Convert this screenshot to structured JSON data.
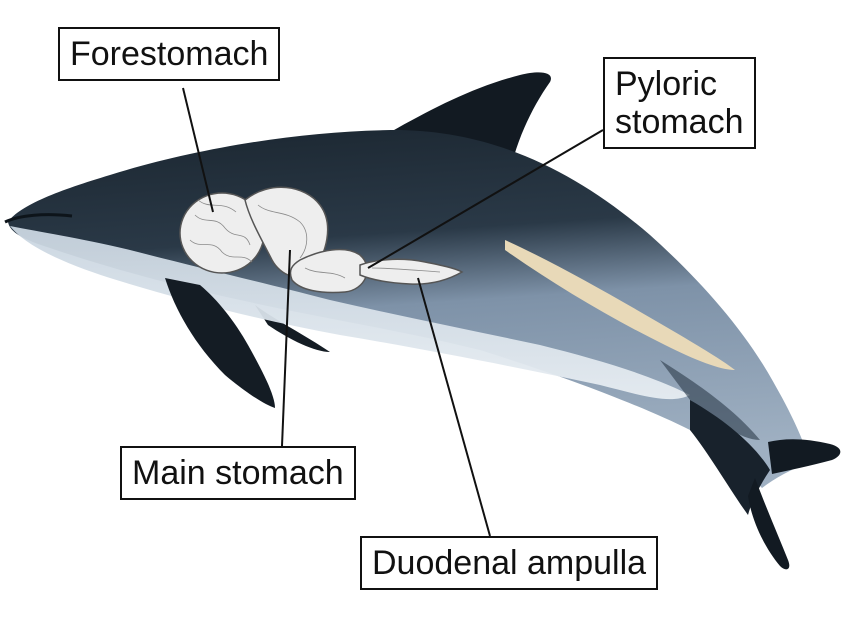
{
  "labels": {
    "forestomach": "Forestomach",
    "pyloric_line1": "Pyloric",
    "pyloric_line2": "stomach",
    "main_stomach": "Main stomach",
    "duodenal_ampulla": "Duodenal ampulla"
  },
  "colors": {
    "dorsal_dark": "#17222b",
    "flank_blue": "#7e92a8",
    "belly_light": "#d9e2ea",
    "cream_stripe": "#e8d9b8",
    "stomach_fill": "#eeeeee",
    "leader_line": "#111111"
  }
}
